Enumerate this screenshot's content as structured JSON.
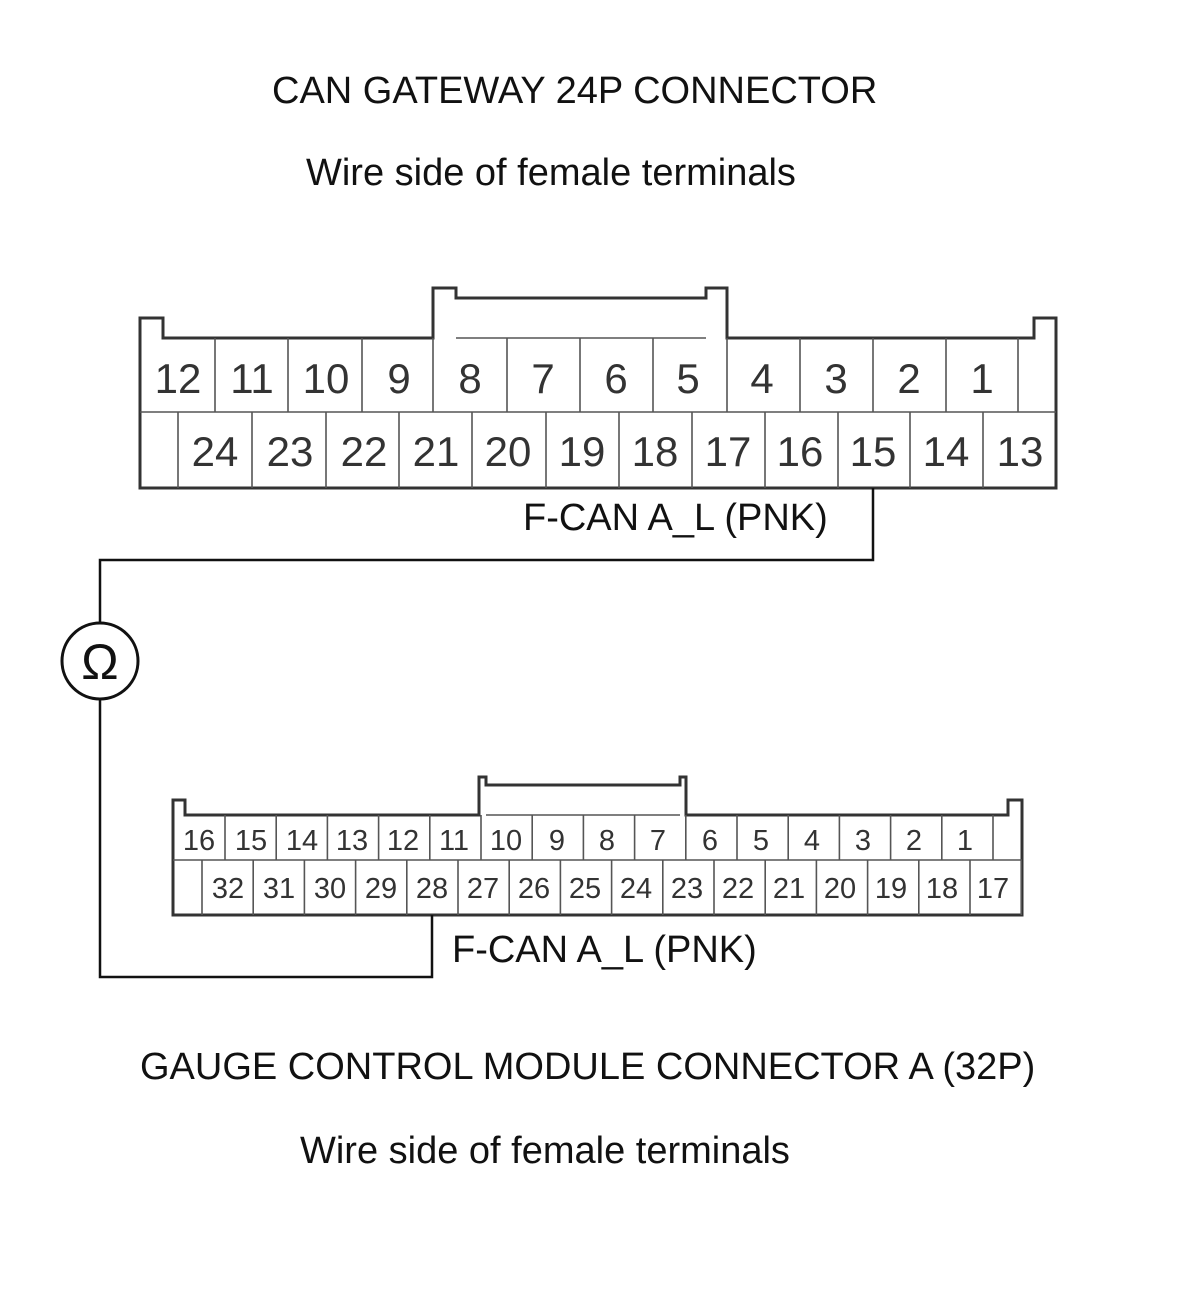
{
  "connector_a": {
    "title": "CAN GATEWAY 24P CONNECTOR",
    "subtitle": "Wire side of female terminals",
    "top_row": [
      "12",
      "11",
      "10",
      "9",
      "8",
      "7",
      "6",
      "5",
      "4",
      "3",
      "2",
      "1"
    ],
    "bottom_row": [
      "24",
      "23",
      "22",
      "21",
      "20",
      "19",
      "18",
      "17",
      "16",
      "15",
      "14",
      "13"
    ],
    "wire_label": "F-CAN A_L (PNK)"
  },
  "connector_b": {
    "title": "GAUGE CONTROL MODULE CONNECTOR A (32P)",
    "subtitle": "Wire side of female terminals",
    "top_row": [
      "16",
      "15",
      "14",
      "13",
      "12",
      "11",
      "10",
      "9",
      "8",
      "7",
      "6",
      "5",
      "4",
      "3",
      "2",
      "1"
    ],
    "bottom_row": [
      "32",
      "31",
      "30",
      "29",
      "28",
      "27",
      "26",
      "25",
      "24",
      "23",
      "22",
      "21",
      "20",
      "19",
      "18",
      "17"
    ],
    "wire_label": "F-CAN A_L (PNK)"
  },
  "meter": {
    "symbol": "Ω",
    "icon": "ohmmeter-icon"
  }
}
